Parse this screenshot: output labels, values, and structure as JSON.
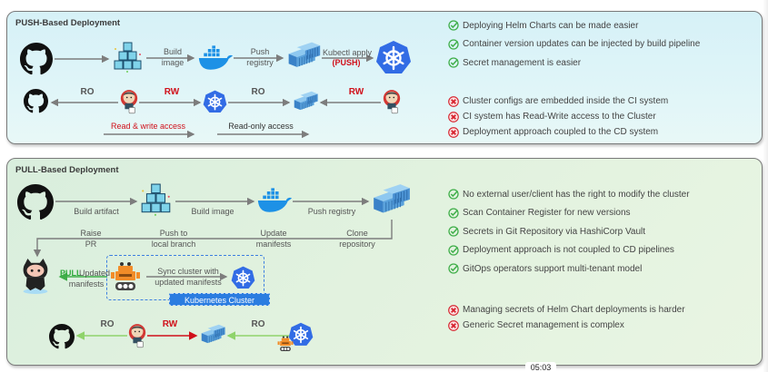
{
  "push": {
    "title": "PUSH-Based Deployment",
    "flow_labels": {
      "build_image_1": "Build",
      "build_image_2": "image",
      "push_registry_1": "Push",
      "push_registry_2": "registry",
      "kubectl_apply": "Kubectl apply",
      "push_tag": "(PUSH)"
    },
    "access_labels": {
      "ro_1": "RO",
      "rw_1": "RW",
      "ro_2": "RO",
      "rw_2": "RW",
      "read_write_access": "Read & write access",
      "read_only_access": "Read-only access"
    },
    "pros": [
      "Deploying Helm Charts can be made easier",
      "Container version updates can be injected by build pipeline",
      "Secret management is easier"
    ],
    "cons": [
      "Cluster configs are embedded inside the CI system",
      "CI system has Read-Write access to the Cluster",
      "Deployment approach coupled to the CD system"
    ]
  },
  "pull": {
    "title": "PULL-Based Deployment",
    "flow_labels": {
      "build_artifact": "Build artifact",
      "build_image": "Build image",
      "push_registry": "Push registry",
      "raise_pr_1": "Raise",
      "raise_pr_2": "PR",
      "push_local_1": "Push to",
      "push_local_2": "local branch",
      "update_manifests_1": "Update",
      "update_manifests_2": "manifests",
      "clone_repo_1": "Clone",
      "clone_repo_2": "repository",
      "pull_tag": "PULL",
      "pull_updated_1": "Updated",
      "pull_updated_2": "manifests",
      "sync_1": "Sync cluster with",
      "sync_2": "updated manifests",
      "k8s_cluster": "Kubernetes Cluster"
    },
    "access_labels": {
      "ro_1": "RO",
      "rw": "RW",
      "ro_2": "RO"
    },
    "pros": [
      "No external user/client has the right to modify the cluster",
      "Scan Container Register for new versions",
      "Secrets in Git Repository via HashiCorp Vault",
      "Deployment approach is not coupled to CD pipelines",
      "GitOps operators support multi-tenant model"
    ],
    "cons": [
      "Managing secrets of Helm Chart deployments is harder",
      "Generic Secret management is complex"
    ]
  },
  "colors": {
    "check": "#3fae49",
    "cross": "#d6202b",
    "k8s_blue": "#326ce5",
    "docker_blue": "#1d91e6",
    "rw_red": "#d0101a",
    "ro_green": "#8fd36b",
    "arrow_gray": "#7d7d7d"
  },
  "video": {
    "timestamp": "05:03"
  }
}
